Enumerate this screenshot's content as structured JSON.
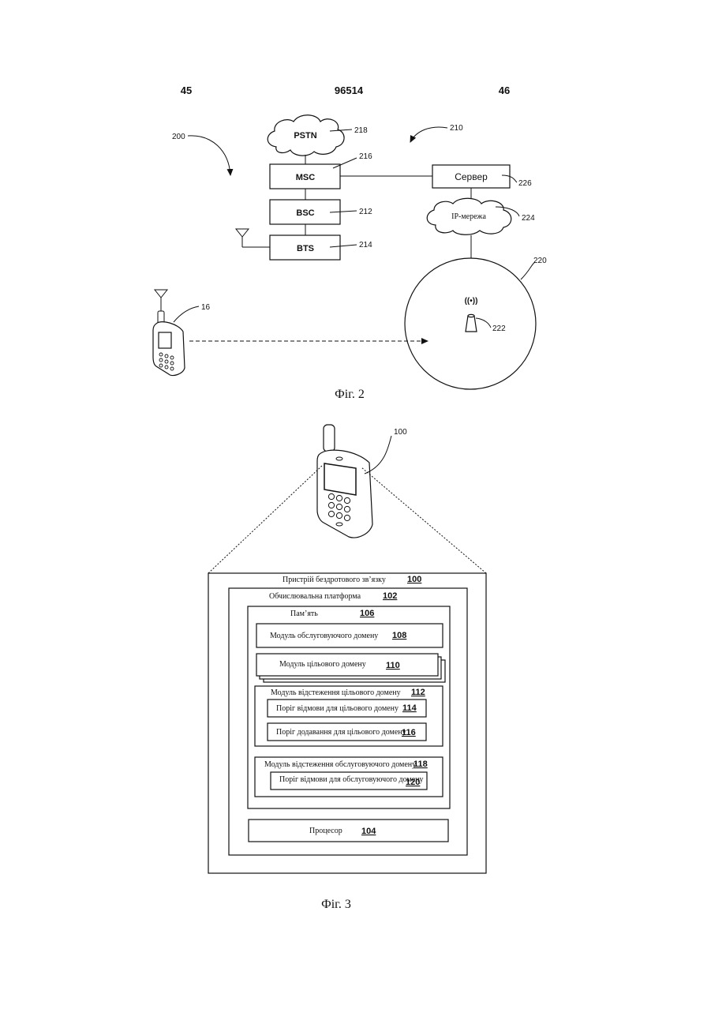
{
  "header": {
    "left_page": "45",
    "patent_number": "96514",
    "right_page": "46"
  },
  "fig2": {
    "caption": "Фіг. 2",
    "ref_200": "200",
    "ref_210": "210",
    "pstn": {
      "label": "PSTN",
      "ref": "218"
    },
    "msc": {
      "label": "MSC",
      "ref": "216"
    },
    "bsc": {
      "label": "BSC",
      "ref": "212"
    },
    "bts": {
      "label": "BTS",
      "ref": "214"
    },
    "server": {
      "label": "Сервер",
      "ref": "226"
    },
    "ip_network": {
      "label": "IP-мережа",
      "ref": "224"
    },
    "coverage_ref": "220",
    "access_point_ref": "222",
    "handset_ref": "16"
  },
  "fig3": {
    "caption": "Фіг. 3",
    "device_ref": "100",
    "device": {
      "label": "Пристрій бездротового зв’язку",
      "ref": "100"
    },
    "platform": {
      "label": "Обчислювальна платформа",
      "ref": "102"
    },
    "memory": {
      "label": "Пам’ять",
      "ref": "106"
    },
    "serving_domain_module": {
      "label": "Модуль обслуговуючого домену",
      "ref": "108"
    },
    "target_domain_module": {
      "label": "Модуль цільового домену",
      "ref": "110"
    },
    "target_tracking_module": {
      "label": "Модуль відстеження цільового домену",
      "ref": "112"
    },
    "target_drop_threshold": {
      "label": "Поріг відмови для цільового домену",
      "ref": "114"
    },
    "target_add_threshold": {
      "label": "Поріг додавання для цільового домену",
      "ref": "116"
    },
    "serving_tracking_module": {
      "label": "Модуль відстеження обслуговуючого домену",
      "ref": "118"
    },
    "serving_drop_threshold": {
      "label": "Поріг відмови для обслуговуючого домену",
      "ref": "120"
    },
    "processor": {
      "label": "Процесор",
      "ref": "104"
    }
  }
}
